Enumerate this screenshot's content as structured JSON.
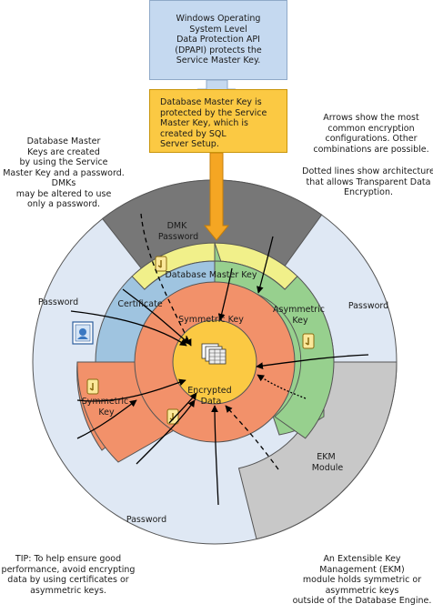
{
  "boxes": {
    "dpapi": "Windows Operating\nSystem Level\nData Protection API\n(DPAPI) protects the\nService Master Key.",
    "dmk": "Database Master Key is\nprotected by the Service\nMaster Key, which is\ncreated by SQL\nServer Setup."
  },
  "notes": {
    "top_left": "Database Master\nKeys are created\nby using the Service\nMaster Key and a password. DMKs\nmay be altered to use\nonly a password.",
    "top_right_1": "Arrows show the most\ncommon encryption\nconfigurations. Other\ncombinations are possible.",
    "top_right_2": "Dotted lines show architecture\nthat allows Transparent Data\nEncryption.",
    "tip": "TIP: To help ensure good\nperformance, avoid encrypting\ndata by using certificates or\nasymmetric keys.",
    "ekm_note": "An Extensible Key\nManagement (EKM)\nmodule holds symmetric or\nasymmetric keys\noutside of the Database Engine."
  },
  "rings": {
    "dmk_password": "DMK\nPassword",
    "password_left": "Password",
    "password_right": "Password",
    "password_bottom": "Password",
    "database_master_key": "Database Master Key",
    "certificate": "Certificate",
    "asymmetric_key": "Asymmetric\nKey",
    "symmetric_key_outer": "Symmetric\nKey",
    "symmetric_key_inner": "Symmetric Key",
    "ekm_module": "EKM\nModule",
    "encrypted_data": "Encrypted\nData"
  },
  "colors": {
    "outer_ring": "#dfe8f4",
    "dmk_password_wedge": "#777777",
    "ekm_wedge": "#c8c8c8",
    "dmk_band": "#f1f08a",
    "certificate_band": "#9fc4e0",
    "asymmetric_band": "#97d08e",
    "symmetric_band": "#f2916a",
    "center": "#fbc943",
    "dpapi_box": "#c5d9f0",
    "dmk_box": "#fbc943",
    "arrow_fill": "#f5a623"
  }
}
